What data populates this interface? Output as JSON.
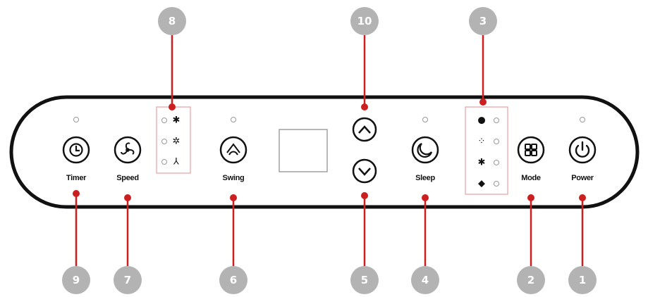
{
  "colors": {
    "callout_circle": "#b3b3b3",
    "leader_line": "#cc1f1f",
    "panel_outline": "#111111",
    "indicator_box": "#e8a0a0"
  },
  "buttons": {
    "timer": {
      "label": "Timer",
      "icon": "clock-icon"
    },
    "speed": {
      "label": "Speed",
      "icon": "fan-icon"
    },
    "swing": {
      "label": "Swing",
      "icon": "swing-icon"
    },
    "sleep": {
      "label": "Sleep",
      "icon": "moon-icon"
    },
    "mode": {
      "label": "Mode",
      "icon": "grid-icon"
    },
    "power": {
      "label": "Power",
      "icon": "power-icon"
    },
    "up": {
      "icon": "chevron-up-icon"
    },
    "down": {
      "icon": "chevron-down-icon"
    }
  },
  "speed_indicators": [
    "high-fan-icon",
    "medium-fan-icon",
    "low-fan-icon"
  ],
  "mode_indicators": [
    "heat-icon",
    "dry-icon",
    "cool-icon",
    "fan-mode-icon"
  ],
  "callouts": {
    "c1": "1",
    "c2": "2",
    "c3": "3",
    "c4": "4",
    "c5": "5",
    "c6": "6",
    "c7": "7",
    "c8": "8",
    "c9": "9",
    "c10": "10"
  }
}
